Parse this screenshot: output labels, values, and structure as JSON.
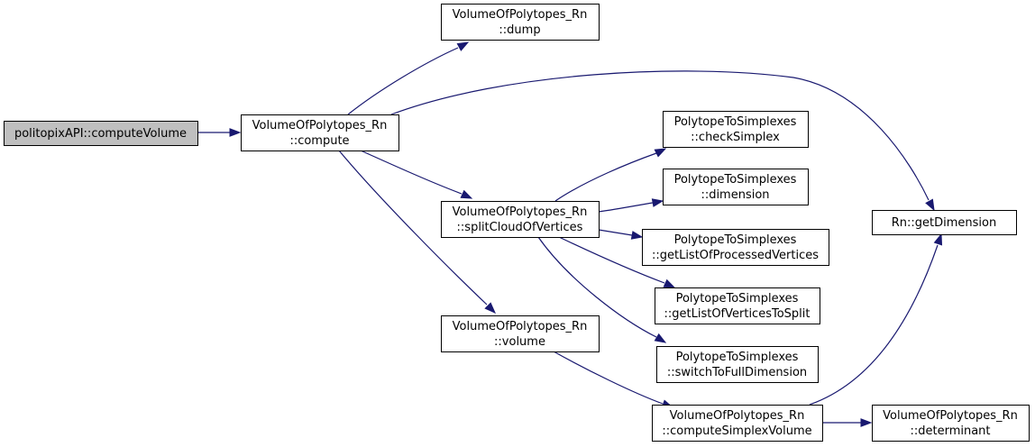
{
  "colors": {
    "edge": "#191970",
    "root_fill": "#bfbfbf",
    "node_fill": "#ffffff",
    "border": "#000000"
  },
  "nodes": [
    {
      "id": "compute_volume",
      "lines": [
        "politopixAPI::computeVolume"
      ],
      "root": true
    },
    {
      "id": "vp_compute",
      "lines": [
        "VolumeOfPolytopes_Rn",
        "::compute"
      ]
    },
    {
      "id": "vp_dump",
      "lines": [
        "VolumeOfPolytopes_Rn",
        "::dump"
      ]
    },
    {
      "id": "vp_split",
      "lines": [
        "VolumeOfPolytopes_Rn",
        "::splitCloudOfVertices"
      ]
    },
    {
      "id": "vp_volume",
      "lines": [
        "VolumeOfPolytopes_Rn",
        "::volume"
      ]
    },
    {
      "id": "pts_check",
      "lines": [
        "PolytopeToSimplexes",
        "::checkSimplex"
      ]
    },
    {
      "id": "pts_dim",
      "lines": [
        "PolytopeToSimplexes",
        "::dimension"
      ]
    },
    {
      "id": "pts_processed",
      "lines": [
        "PolytopeToSimplexes",
        "::getListOfProcessedVertices"
      ]
    },
    {
      "id": "pts_tosplit",
      "lines": [
        "PolytopeToSimplexes",
        "::getListOfVerticesToSplit"
      ]
    },
    {
      "id": "pts_switch",
      "lines": [
        "PolytopeToSimplexes",
        "::switchToFullDimension"
      ]
    },
    {
      "id": "vp_simplex_vol",
      "lines": [
        "VolumeOfPolytopes_Rn",
        "::computeSimplexVolume"
      ]
    },
    {
      "id": "rn_getdim",
      "lines": [
        "Rn::getDimension"
      ]
    },
    {
      "id": "vp_det",
      "lines": [
        "VolumeOfPolytopes_Rn",
        "::determinant"
      ]
    }
  ],
  "edges": [
    {
      "from": "compute_volume",
      "to": "vp_compute"
    },
    {
      "from": "vp_compute",
      "to": "vp_dump"
    },
    {
      "from": "vp_compute",
      "to": "rn_getdim"
    },
    {
      "from": "vp_compute",
      "to": "vp_split"
    },
    {
      "from": "vp_compute",
      "to": "vp_volume"
    },
    {
      "from": "vp_split",
      "to": "pts_check"
    },
    {
      "from": "vp_split",
      "to": "pts_dim"
    },
    {
      "from": "vp_split",
      "to": "pts_processed"
    },
    {
      "from": "vp_split",
      "to": "pts_tosplit"
    },
    {
      "from": "vp_split",
      "to": "pts_switch"
    },
    {
      "from": "vp_volume",
      "to": "vp_simplex_vol"
    },
    {
      "from": "vp_simplex_vol",
      "to": "rn_getdim"
    },
    {
      "from": "vp_simplex_vol",
      "to": "vp_det"
    }
  ]
}
